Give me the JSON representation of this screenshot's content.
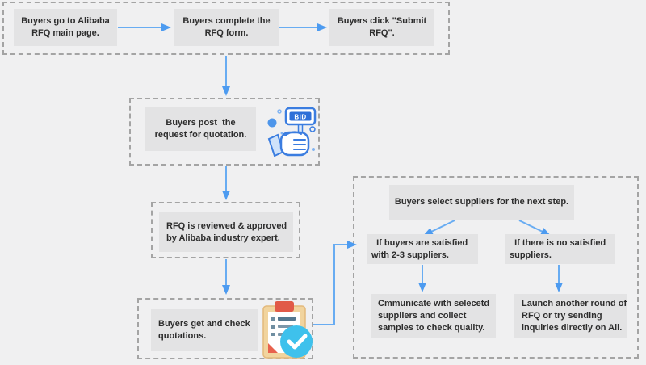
{
  "colors": {
    "background": "#f0f0f1",
    "box_fill": "#e3e3e4",
    "dashed_border": "#a4a4a4",
    "arrow_blue": "#68acf2",
    "arrowhead_blue": "#4d9bf0",
    "text": "#2d2d2d",
    "icon_outline_blue": "#3b7de0",
    "icon_sign_blue": "#2e6fd8",
    "check_circle_blue": "#3ec1ec",
    "clip_red": "#e15a48",
    "clipboard_tan": "#f1d49e"
  },
  "flow": {
    "stage1": {
      "steps": [
        {
          "label": "Buyers go to Alibaba\nRFQ main page."
        },
        {
          "label": "Buyers complete the\nRFQ form."
        },
        {
          "label": "Buyers click \"Submit\nRFQ\"."
        }
      ]
    },
    "post": {
      "label": "Buyers post  the\nrequest for quotation.",
      "icon": "bid-sign-icon",
      "sign_text": "BID"
    },
    "review": {
      "label": "RFQ is reviewed & approved\nby Alibaba industry expert."
    },
    "check": {
      "label": "Buyers get and check\nquotations.",
      "icon": "clipboard-check-icon"
    },
    "selection": {
      "header": "Buyers select suppliers for the next step.",
      "branches": [
        {
          "condition": "  If buyers are satisfied\nwith 2-3 suppliers.",
          "outcome": "Cmmunicate with selecetd\nsuppliers and collect\nsamples to check quality."
        },
        {
          "condition": "  If there is no satisfied\nsuppliers.",
          "outcome": "Launch another round of\nRFQ or try sending\ninquiries directly on Ali."
        }
      ]
    }
  }
}
